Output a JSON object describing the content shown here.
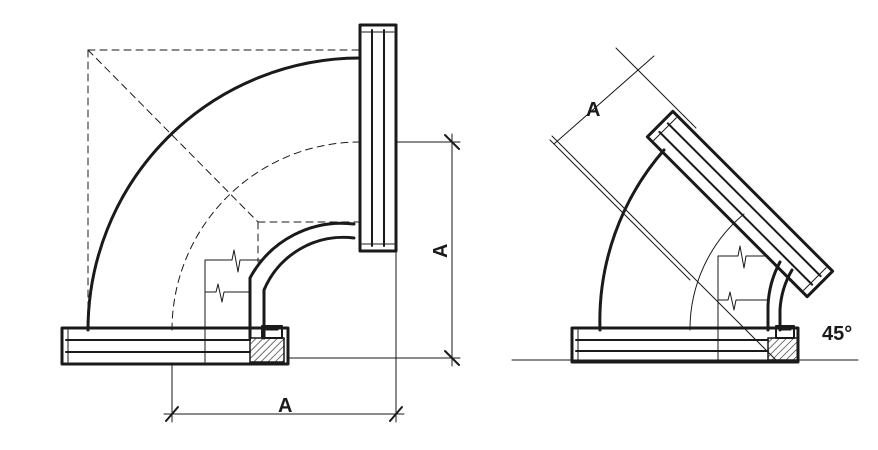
{
  "diagram": {
    "elbow_90": {
      "label_horizontal": "A",
      "label_vertical": "A"
    },
    "elbow_45": {
      "label_dimension": "A",
      "label_angle": "45°"
    },
    "colors": {
      "ink": "#1a1a1a",
      "hatch": "#333333",
      "background": "#ffffff"
    }
  }
}
